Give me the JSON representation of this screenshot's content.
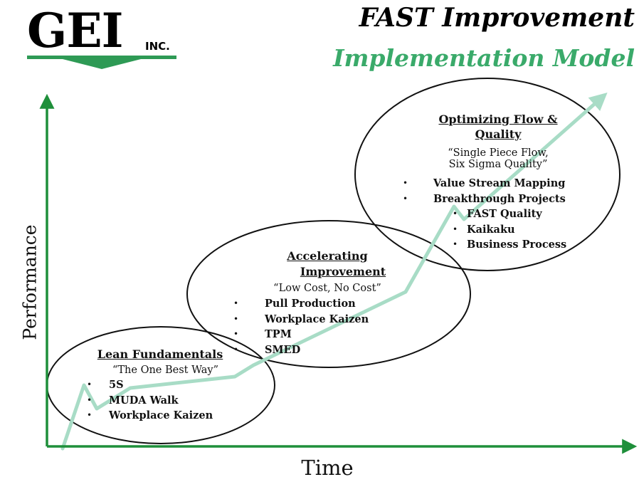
{
  "logo": {
    "name": "GEI",
    "suffix": "INC."
  },
  "title": {
    "line1": "FAST Improvement",
    "line2": "Implementation Model"
  },
  "axes": {
    "y_label": "Performance",
    "x_label": "Time"
  },
  "stages": [
    {
      "title_lines": [
        "Lean Fundamentals"
      ],
      "quote": "“The One Best Way”",
      "bullets": [
        "5S",
        "MUDA Walk",
        "Workplace Kaizen"
      ]
    },
    {
      "title_lines": [
        "Accelerating",
        "Improvement"
      ],
      "quote": "“Low Cost, No Cost”",
      "bullets": [
        "Pull Production",
        "Workplace Kaizen",
        "TPM",
        "SMED"
      ]
    },
    {
      "title_lines": [
        "Optimizing Flow &",
        "Quality"
      ],
      "quote_lines": [
        "“Single Piece Flow,",
        "Six Sigma Quality”"
      ],
      "bullets": [
        "Value Stream  Mapping",
        "Breakthrough Projects"
      ],
      "sub_bullets": [
        "FAST Quality",
        "Kaikaku",
        "Business Process"
      ]
    }
  ],
  "colors": {
    "axis": "#1e8f3a",
    "trend": "#a8dcc6",
    "title_accent": "#3aaa6a",
    "ellipse": "#111111"
  }
}
